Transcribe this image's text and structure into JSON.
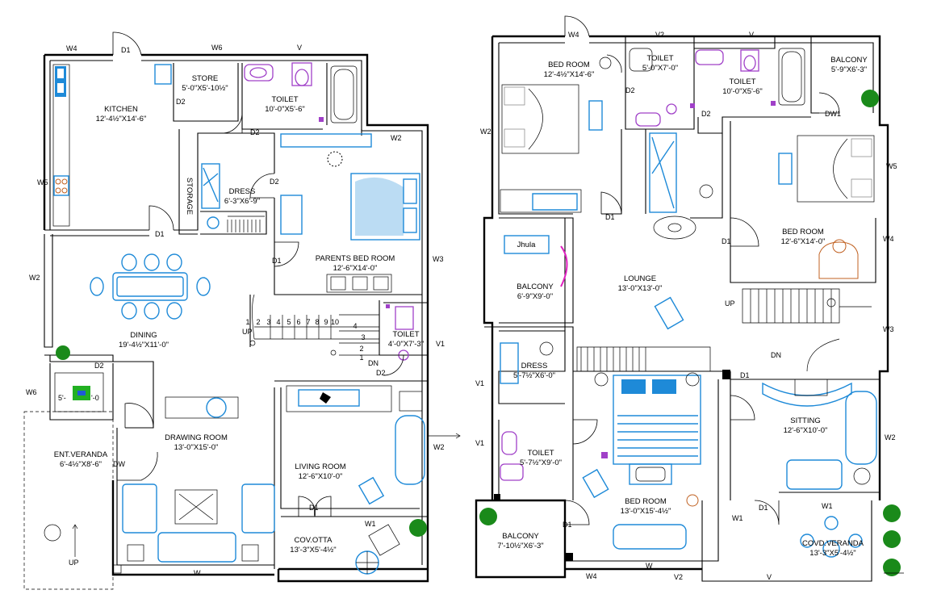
{
  "plan_left": {
    "rooms": [
      {
        "name": "KITCHEN",
        "size": "12'-4½\"X14'-6\""
      },
      {
        "name": "STORE",
        "size": "5'-0\"X5'-10½\""
      },
      {
        "name": "TOILET",
        "size": "10'-0\"X5'-6\""
      },
      {
        "name": "DRESS",
        "size": "6'-3\"X6'-9\""
      },
      {
        "name": "STORAGE",
        "size": ""
      },
      {
        "name": "PARENTS BED ROOM",
        "size": "12'-6\"X14'-0\""
      },
      {
        "name": "DINING",
        "size": "19'-4½\"X11'-0\""
      },
      {
        "name": "TOILET",
        "size": "4'-0\"X7'-3\""
      },
      {
        "name": "DRAWING ROOM",
        "size": "13'-0\"X15'-0\""
      },
      {
        "name": "ENT.VERANDA",
        "size": "6'-4½\"X8'-6\""
      },
      {
        "name": "LIVING ROOM",
        "size": "12'-6\"X10'-0\""
      },
      {
        "name": "COV.OTTA",
        "size": "13'-3\"X5'-4½\""
      }
    ],
    "small_box_size": "5'-",
    "small_box_size_tail": "'-0",
    "tags": {
      "w4": "W4",
      "d1_top": "D1",
      "w6_top": "W6",
      "v_top": "V",
      "d2_store": "D2",
      "d2_toilet": "D2",
      "d2_dress": "D2",
      "w2_top": "W2",
      "w5": "W5",
      "d1_kitchen": "D1",
      "d1_parents": "D1",
      "w3": "W3",
      "w2_left": "W2",
      "v1": "V1",
      "d2_dining": "D2",
      "w6_left": "W6",
      "dn": "DN",
      "d2_stair": "D2",
      "w2_right": "W2",
      "dw": "DW",
      "d1_living": "D1",
      "w1": "W1",
      "w_bottom": "W",
      "up_stair": "UP",
      "up_veranda": "UP"
    },
    "stair_numbers": [
      "1",
      "2",
      "3",
      "4",
      "5",
      "6",
      "7",
      "8",
      "9",
      "10"
    ],
    "stair_numbers_b": [
      "4",
      "3",
      "2",
      "1"
    ]
  },
  "plan_right": {
    "rooms": [
      {
        "name": "BED ROOM",
        "size": "12'-4½\"X14'-6\""
      },
      {
        "name": "TOILET",
        "size": "5'-0\"X7'-0\""
      },
      {
        "name": "TOILET",
        "size": "10'-0\"X5'-6\""
      },
      {
        "name": "BALCONY",
        "size": "5'-9\"X6'-3\""
      },
      {
        "name": "BED ROOM",
        "size": "12'-6\"X14'-0\""
      },
      {
        "name": "BALCONY",
        "size": "6'-9\"X9'-0\""
      },
      {
        "name": "LOUNGE",
        "size": "13'-0\"X13'-0\""
      },
      {
        "name": "DRESS",
        "size": "5'-7½\"X6'-0\""
      },
      {
        "name": "TOILET",
        "size": "5'-7½\"X9'-0\""
      },
      {
        "name": "BED ROOM",
        "size": "13'-0\"X15'-4½\""
      },
      {
        "name": "SITTING",
        "size": "12'-6\"X10'-0\""
      },
      {
        "name": "BALCONY",
        "size": "7'-10½\"X6'-3\""
      },
      {
        "name": "COVD.VERANDA",
        "size": "13'-3\"X5'-4½\""
      }
    ],
    "jhula": "Jhula",
    "tags": {
      "w4_top": "W4",
      "v2_top": "V2",
      "v_top": "V",
      "d2_a": "D2",
      "d2_b": "D2",
      "dw1": "DW1",
      "w2_left": "W2",
      "w5": "W5",
      "d1_bed": "D1",
      "d1_lounge": "D1",
      "w4_right": "W4",
      "up": "UP",
      "w3": "W3",
      "dn": "DN",
      "d1_sitting": "D1",
      "v1_a": "V1",
      "v1_b": "V1",
      "w2_right": "W2",
      "w1_a": "W1",
      "d1_ver": "D1",
      "w1_b": "W1",
      "d1_bal": "D1",
      "w4_bottom": "W4",
      "w_bottom": "W",
      "v2_bottom": "V2",
      "v_bottom": "V"
    }
  },
  "colors": {
    "furniture": "#1e8ad8",
    "sanitary": "#a040c8",
    "plants": "#1a8a1a",
    "walls": "#000000"
  }
}
